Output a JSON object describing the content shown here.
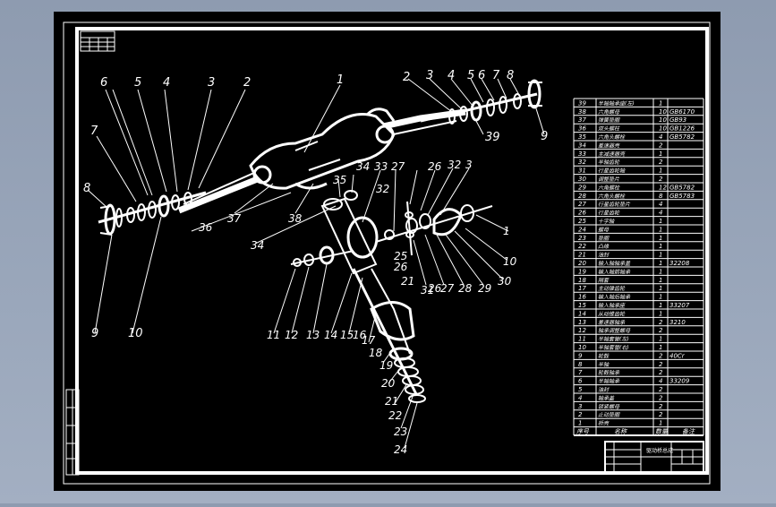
{
  "drawing": {
    "background": "#000000",
    "line_color": "#ffffff",
    "frame_color": "#ffffff"
  },
  "callouts_left": [
    "6",
    "5",
    "4",
    "3",
    "2",
    "7",
    "8",
    "9",
    "10"
  ],
  "callouts_top": [
    "1"
  ],
  "callouts_right": [
    "2",
    "3",
    "4",
    "5",
    "6",
    "7",
    "8",
    "9",
    "39"
  ],
  "callouts_middle": [
    "36",
    "37",
    "38",
    "35",
    "34",
    "33",
    "32",
    "31",
    "27",
    "26",
    "32",
    "3",
    "34",
    "25",
    "26",
    "21",
    "1",
    "10",
    "11",
    "12",
    "13",
    "14",
    "15",
    "16",
    "17",
    "18",
    "19",
    "20",
    "21",
    "22",
    "23",
    "24",
    "26",
    "27",
    "28",
    "29",
    "30"
  ],
  "bom_rows": [
    {
      "no": "39",
      "name": "半轴轴承座(左)",
      "qty": "1",
      "spec": ""
    },
    {
      "no": "38",
      "name": "六角螺母",
      "qty": "10",
      "spec": "GB6170"
    },
    {
      "no": "37",
      "name": "弹簧垫圈",
      "qty": "10",
      "spec": "GB93"
    },
    {
      "no": "36",
      "name": "双头螺柱",
      "qty": "10",
      "spec": "GB1226"
    },
    {
      "no": "35",
      "name": "六角头螺栓",
      "qty": "4",
      "spec": "GB5782"
    },
    {
      "no": "34",
      "name": "差速器壳",
      "qty": "2",
      "spec": ""
    },
    {
      "no": "33",
      "name": "主减速器壳",
      "qty": "1",
      "spec": ""
    },
    {
      "no": "32",
      "name": "半轴齿轮",
      "qty": "2",
      "spec": ""
    },
    {
      "no": "31",
      "name": "行星齿轮轴",
      "qty": "1",
      "spec": ""
    },
    {
      "no": "30",
      "name": "调整垫片",
      "qty": "2",
      "spec": ""
    },
    {
      "no": "29",
      "name": "六角螺栓",
      "qty": "12",
      "spec": "GB5782"
    },
    {
      "no": "28",
      "name": "六角头螺栓",
      "qty": "8",
      "spec": "GB5783"
    },
    {
      "no": "27",
      "name": "行星齿轮垫片",
      "qty": "4",
      "spec": ""
    },
    {
      "no": "26",
      "name": "行星齿轮",
      "qty": "4",
      "spec": ""
    },
    {
      "no": "25",
      "name": "十字轴",
      "qty": "1",
      "spec": ""
    },
    {
      "no": "24",
      "name": "螺母",
      "qty": "1",
      "spec": ""
    },
    {
      "no": "23",
      "name": "垫圈",
      "qty": "1",
      "spec": ""
    },
    {
      "no": "22",
      "name": "凸缘",
      "qty": "1",
      "spec": ""
    },
    {
      "no": "21",
      "name": "油封",
      "qty": "1",
      "spec": ""
    },
    {
      "no": "20",
      "name": "输入轴轴承盖",
      "qty": "1",
      "spec": "32208"
    },
    {
      "no": "19",
      "name": "输入轴前轴承",
      "qty": "1",
      "spec": ""
    },
    {
      "no": "18",
      "name": "隔套",
      "qty": "1",
      "spec": ""
    },
    {
      "no": "17",
      "name": "主动锥齿轮",
      "qty": "1",
      "spec": ""
    },
    {
      "no": "16",
      "name": "输入轴后轴承",
      "qty": "1",
      "spec": ""
    },
    {
      "no": "15",
      "name": "输入轴承座",
      "qty": "1",
      "spec": "33207"
    },
    {
      "no": "14",
      "name": "从动锥齿轮",
      "qty": "1",
      "spec": ""
    },
    {
      "no": "13",
      "name": "差速器轴承",
      "qty": "2",
      "spec": "3210"
    },
    {
      "no": "12",
      "name": "轴承调整螺母",
      "qty": "2",
      "spec": ""
    },
    {
      "no": "11",
      "name": "半轴套管(左)",
      "qty": "1",
      "spec": ""
    },
    {
      "no": "10",
      "name": "半轴套管(右)",
      "qty": "1",
      "spec": ""
    },
    {
      "no": "9",
      "name": "轮毂",
      "qty": "2",
      "spec": "40Cr"
    },
    {
      "no": "8",
      "name": "半轴",
      "qty": "2",
      "spec": ""
    },
    {
      "no": "7",
      "name": "轮毂轴承",
      "qty": "2",
      "spec": ""
    },
    {
      "no": "6",
      "name": "半轴轴承",
      "qty": "4",
      "spec": "33209"
    },
    {
      "no": "5",
      "name": "油封",
      "qty": "2",
      "spec": ""
    },
    {
      "no": "4",
      "name": "轴承盖",
      "qty": "2",
      "spec": ""
    },
    {
      "no": "3",
      "name": "锁紧螺母",
      "qty": "2",
      "spec": ""
    },
    {
      "no": "2",
      "name": "止动垫圈",
      "qty": "2",
      "spec": ""
    },
    {
      "no": "1",
      "name": "桥壳",
      "qty": "1",
      "spec": ""
    }
  ],
  "bom_header": {
    "no": "序号",
    "name": "名称",
    "qty": "数量",
    "spec": "备注"
  },
  "title_block": {
    "title": "驱动桥总成"
  }
}
